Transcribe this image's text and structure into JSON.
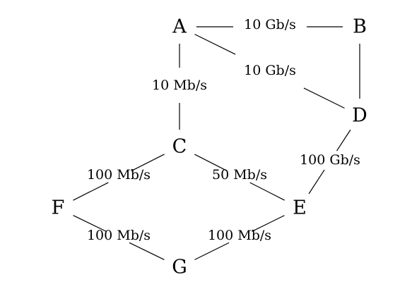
{
  "nodes": [
    {
      "id": "A",
      "label": "A"
    },
    {
      "id": "B",
      "label": "B"
    },
    {
      "id": "C",
      "label": "C"
    },
    {
      "id": "D",
      "label": "D"
    },
    {
      "id": "E",
      "label": "E"
    },
    {
      "id": "F",
      "label": "F"
    },
    {
      "id": "G",
      "label": "G"
    }
  ],
  "edges": [
    {
      "from": "A",
      "to": "B",
      "label": "10 Gb/s"
    },
    {
      "from": "A",
      "to": "D",
      "label": "10 Gb/s"
    },
    {
      "from": "B",
      "to": "D",
      "label": ""
    },
    {
      "from": "A",
      "to": "C",
      "label": "10 Mb/s"
    },
    {
      "from": "D",
      "to": "E",
      "label": "100 Gb/s"
    },
    {
      "from": "C",
      "to": "F",
      "label": "100 Mb/s"
    },
    {
      "from": "C",
      "to": "E",
      "label": "50 Mb/s"
    },
    {
      "from": "F",
      "to": "G",
      "label": "100 Mb/s"
    },
    {
      "from": "E",
      "to": "G",
      "label": "100 Mb/s"
    }
  ]
}
